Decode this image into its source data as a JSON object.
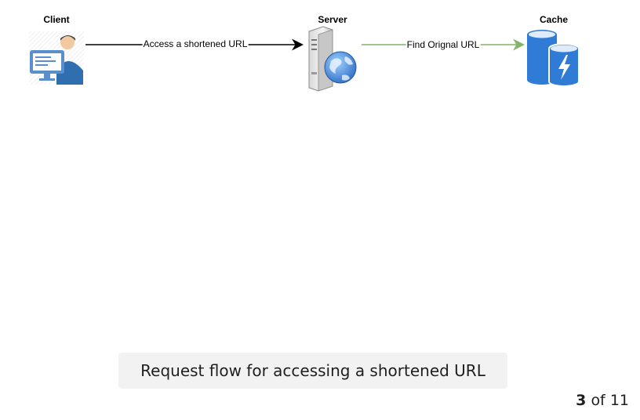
{
  "diagram": {
    "nodes": [
      {
        "id": "client",
        "label": "Client",
        "icon": "client-computer-icon"
      },
      {
        "id": "server",
        "label": "Server",
        "icon": "web-server-icon"
      },
      {
        "id": "cache",
        "label": "Cache",
        "icon": "cache-database-icon"
      }
    ],
    "edges": [
      {
        "from": "client",
        "to": "server",
        "label": "Access a shortened URL",
        "color": "#000000"
      },
      {
        "from": "server",
        "to": "cache",
        "label": "Find Orignal URL",
        "color": "#82b366"
      }
    ]
  },
  "caption": "Request flow for accessing a shortened URL",
  "pager": {
    "current": "3",
    "separator": "of",
    "total": "11"
  }
}
